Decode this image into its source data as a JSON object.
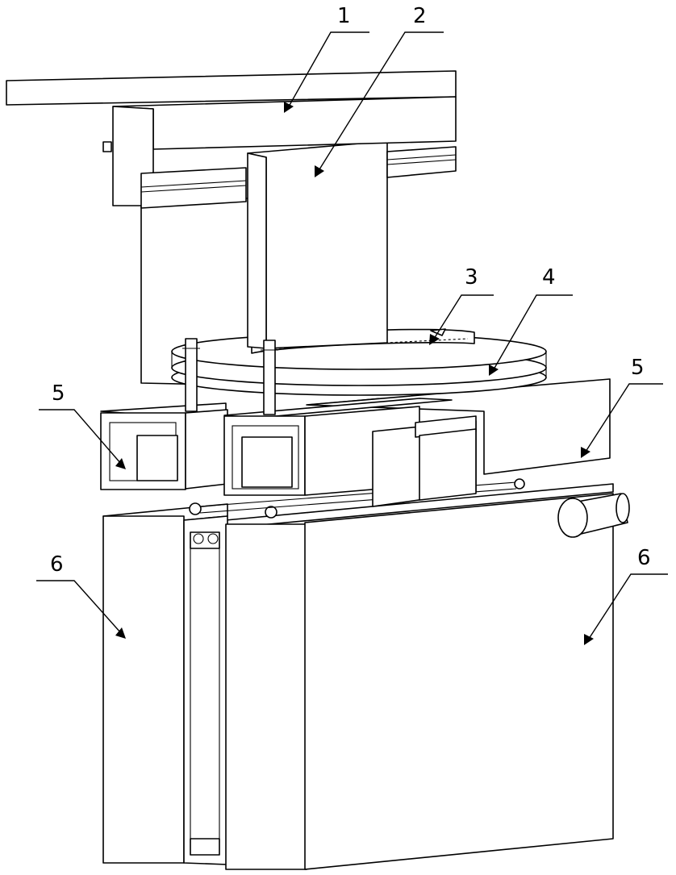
{
  "callouts": [
    {
      "id": "c1",
      "label": "1"
    },
    {
      "id": "c2",
      "label": "2"
    },
    {
      "id": "c3",
      "label": "3"
    },
    {
      "id": "c4",
      "label": "4"
    },
    {
      "id": "c5l",
      "label": "5"
    },
    {
      "id": "c5r",
      "label": "5"
    },
    {
      "id": "c6l",
      "label": "6"
    },
    {
      "id": "c6r",
      "label": "6"
    }
  ],
  "colors": {
    "line": "#000000",
    "background": "#ffffff"
  }
}
